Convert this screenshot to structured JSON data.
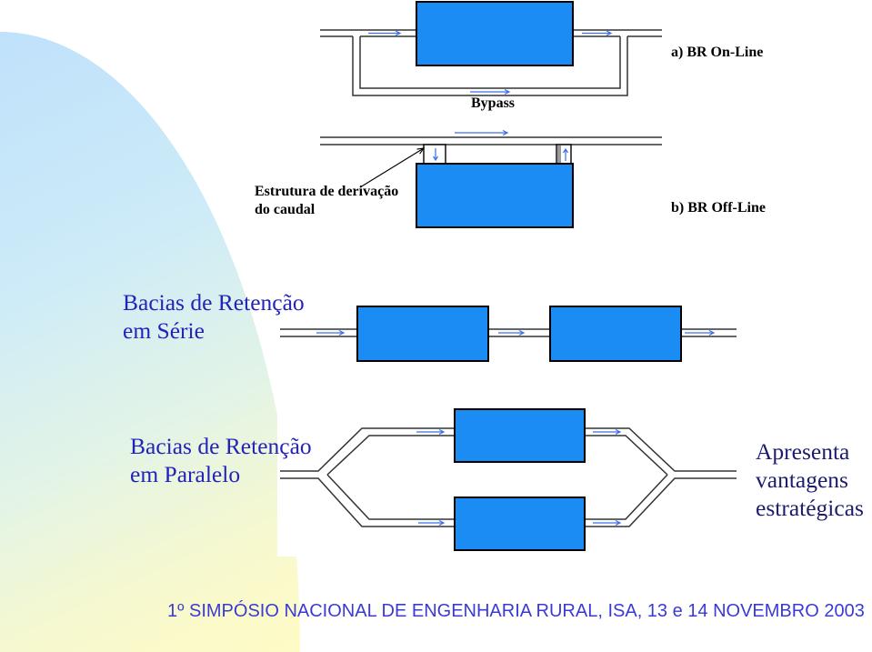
{
  "colors": {
    "basin": "#1b8cf4",
    "pipe": "#333333",
    "flow_arrow": "#3a6fe8",
    "heading_text": "#2323bb",
    "side_text": "#1c1c6e",
    "footer_text": "#3b3bd3",
    "gradient_top": "#bfe1fa",
    "gradient_bottom": "#fefbc5"
  },
  "top_figure": {
    "online_label": "a) BR On-Line",
    "bypass_label": "Bypass",
    "structure_label": [
      "Estrutura de derivação",
      "do caudal"
    ],
    "offline_label": "b) BR Off-Line"
  },
  "series": {
    "label": [
      "Bacias de Retenção",
      "em Série"
    ]
  },
  "parallel": {
    "label": [
      "Bacias de Retenção",
      "em Paralelo"
    ]
  },
  "side_note": {
    "lines": [
      "Apresenta",
      "vantagens",
      "estratégicas"
    ]
  },
  "footer": {
    "text": "1º SIMPÓSIO NACIONAL DE ENGENHARIA RURAL, ISA, 13 e 14 NOVEMBRO 2003"
  }
}
